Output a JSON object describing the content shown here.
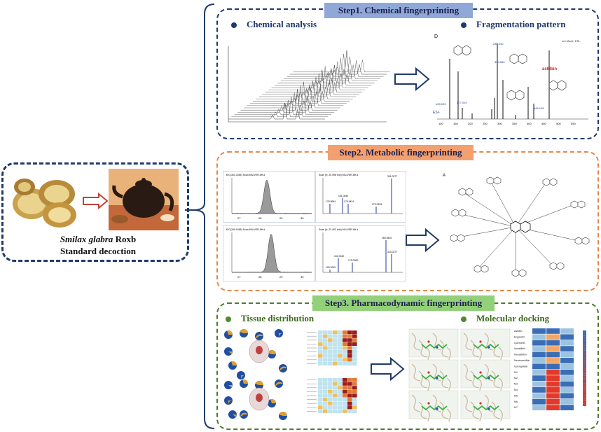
{
  "herb": {
    "name_italic": "Smilax glabra",
    "name_plain": " Roxb",
    "line2": "Standard decoction"
  },
  "step1": {
    "title": "Step1. Chemical fingerprinting",
    "left_label": "Chemical analysis",
    "right_label": "Fragmentation pattern",
    "ms_panel_letter": "D",
    "ms_mode": "Ion Mode: ESI-",
    "ms_compound": "astilbin",
    "ms_esi": "ESI-",
    "ms_peaks": [
      "303.050",
      "285.040",
      "177.019",
      "125.023",
      "449.108"
    ],
    "x_ticks": [
      "100",
      "150",
      "200",
      "250",
      "300",
      "350",
      "400",
      "450",
      "500",
      "550"
    ]
  },
  "step2": {
    "title": "Step2. Metabolic fingerprinting",
    "eic1": "EIC(301.0354) Scan MILIVER-6H.d",
    "scan1": "Scan (rt: 20.996 min) MILIVER-6H.d",
    "eic2": "EIC(269.0455) Scan MILIVER-6H.d",
    "scan2": "Scan (rt: 23.492 min) MILIVER-6H.d",
    "scan1_peaks": [
      "301.0277",
      "178.9994",
      "151.0034",
      "179.9424",
      "273.0333"
    ],
    "scan2_peaks": [
      "269.0415",
      "151.0042",
      "179.0000",
      "125.0249",
      "323.0277"
    ],
    "eic_x_ticks": [
      "27",
      "28",
      "29",
      "30"
    ],
    "panel_letter": "A"
  },
  "step3": {
    "title": "Step3. Pharmacodynamic fingerprinting",
    "left_label": "Tissue distribution",
    "right_label": "Molecular docking",
    "heatmap_rows": [
      "Astilbin",
      "Engeletin",
      "Quercetin",
      "Isoastilbin",
      "Neoastilbin",
      "Neoisoastilbin",
      "Isoengeletin",
      "M1",
      "M2",
      "M3",
      "M4",
      "M5",
      "M6",
      "M7"
    ]
  },
  "colors": {
    "navy": "#1f3a6b",
    "step1_title_bg": "#8fa8d8",
    "step2_title_bg": "#f2a070",
    "step3_title_bg": "#93d07a",
    "step2_border": "#e8884a",
    "step3_border": "#4f7a2c",
    "step3_sub": "#3f6b1e"
  }
}
